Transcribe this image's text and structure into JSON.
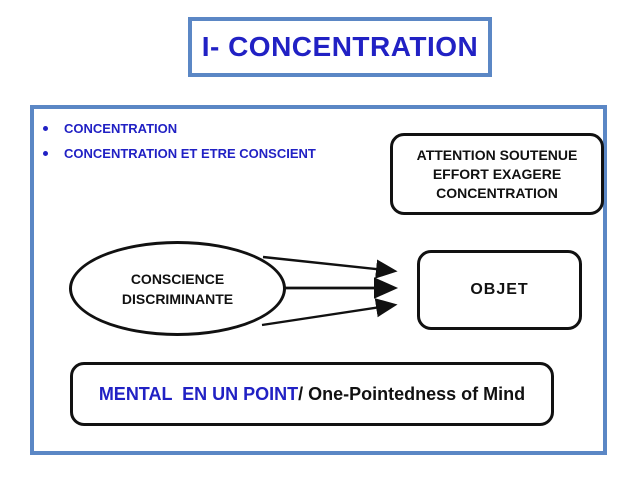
{
  "slide": {
    "title": "I- CONCENTRATION",
    "bullets": [
      "CONCENTRATION",
      "CONCENTRATION ET ETRE CONSCIENT"
    ],
    "attention_box": {
      "lines": [
        "ATTENTION SOUTENUE",
        "EFFORT EXAGERE",
        "CONCENTRATION"
      ]
    },
    "ellipse": {
      "lines": [
        "CONSCIENCE",
        "DISCRIMINANTE"
      ]
    },
    "objet_box": {
      "label": "OBJET"
    },
    "mental_box": {
      "text_fr": "MENTAL  EN UN POINT",
      "text_en": "/ One-Pointedness of Mind"
    },
    "colors": {
      "frame_blue": "#5B87C5",
      "text_blue": "#2121C4",
      "shape_black": "#111111"
    }
  }
}
